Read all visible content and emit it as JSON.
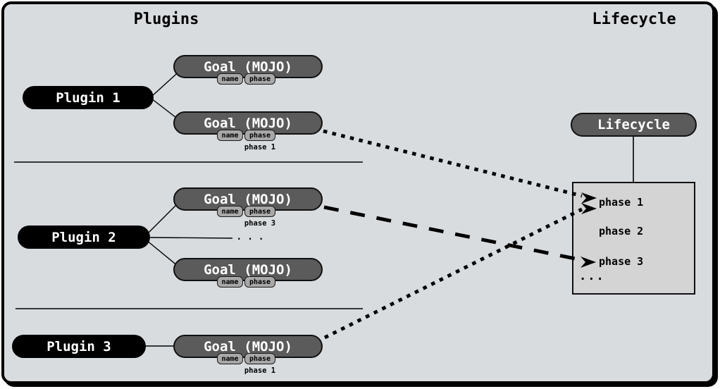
{
  "titles": {
    "plugins": "Plugins",
    "lifecycle": "Lifecycle"
  },
  "plugins": [
    {
      "label": "Plugin 1"
    },
    {
      "label": "Plugin 2"
    },
    {
      "label": "Plugin 3"
    }
  ],
  "goals": [
    {
      "title": "Goal (MOJO)",
      "name_tag": "name",
      "phase_tag": "phase",
      "phase_label": ""
    },
    {
      "title": "Goal (MOJO)",
      "name_tag": "name",
      "phase_tag": "phase",
      "phase_label": "phase 1"
    },
    {
      "title": "Goal (MOJO)",
      "name_tag": "name",
      "phase_tag": "phase",
      "phase_label": "phase 3"
    },
    {
      "title": "Goal (MOJO)",
      "name_tag": "name",
      "phase_tag": "phase",
      "phase_label": ""
    },
    {
      "title": "Goal (MOJO)",
      "name_tag": "name",
      "phase_tag": "phase",
      "phase_label": "phase 1"
    }
  ],
  "plugin2_ellipsis": ". . .",
  "lifecycle": {
    "pill_label": "Lifecycle",
    "phases": [
      {
        "label": "phase 1",
        "incoming_arrows": 2
      },
      {
        "label": "phase 2",
        "incoming_arrows": 0
      },
      {
        "label": "phase 3",
        "incoming_arrows": 1
      }
    ],
    "ellipsis": "..."
  },
  "connections": [
    {
      "from": "plugin-1-goal-2",
      "to": "phase 1",
      "style": "dotted"
    },
    {
      "from": "plugin-2-goal-1",
      "to": "phase 3",
      "style": "long-dash"
    },
    {
      "from": "plugin-3-goal-1",
      "to": "phase 1",
      "style": "dotted"
    }
  ],
  "colors": {
    "background": "#d8dcdf",
    "node_fill": "#5b5b5b",
    "plugin_fill": "#000000",
    "tag_fill": "#a8a8a8",
    "box_fill": "#d4d4d4",
    "line": "#000000",
    "text_light": "#ffffff",
    "text_dark": "#000000"
  }
}
